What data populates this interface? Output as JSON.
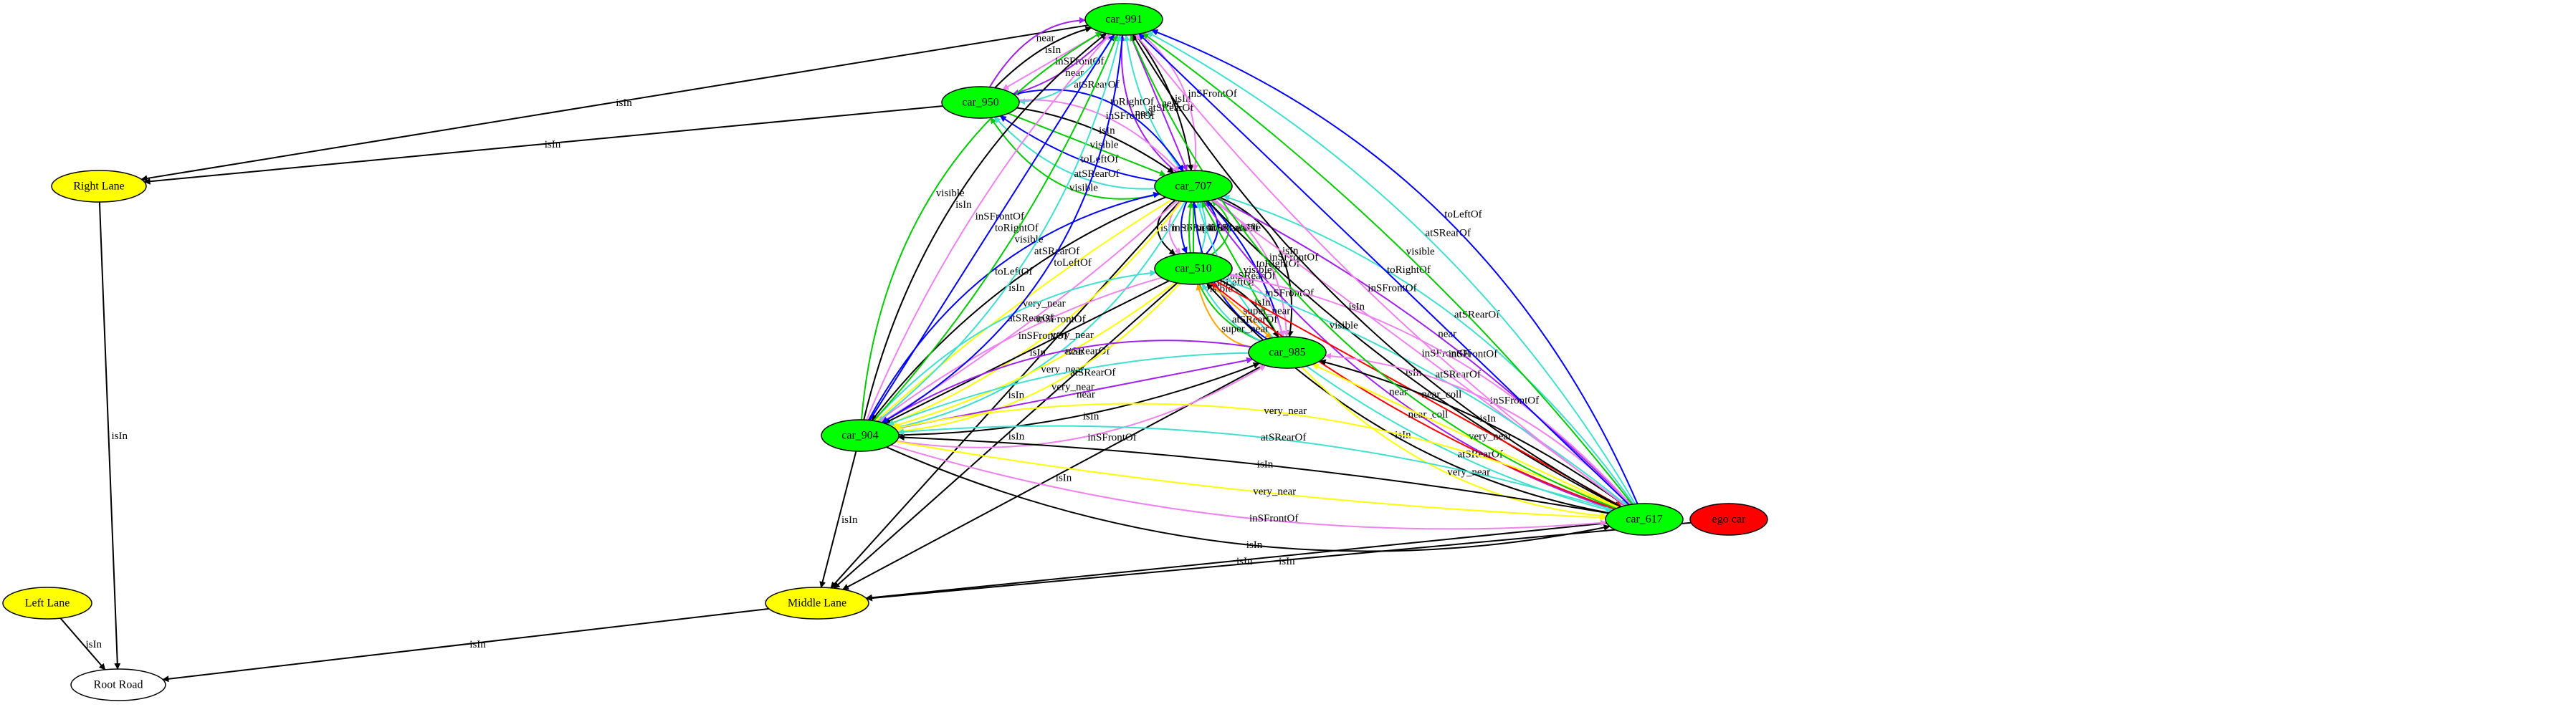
{
  "colors": {
    "car": "#00ff00",
    "lane": "#ffff00",
    "ego": "#ff0000",
    "road": "#ffffff",
    "isIn": "#000000",
    "near": "#a020f0",
    "inSFrontOf": "#ee82ee",
    "atSRearOf": "#40e0d0",
    "toRightOf": "#0000ff",
    "toLeftOf": "#0000ff",
    "visible": "#00cc00",
    "very_near": "#ffff00",
    "super_near": "#ffa500",
    "near_coll": "#ff0000"
  },
  "nodes": [
    {
      "id": "car_991",
      "label": "car_991",
      "kind": "car"
    },
    {
      "id": "car_950",
      "label": "car_950",
      "kind": "car"
    },
    {
      "id": "car_707",
      "label": "car_707",
      "kind": "car"
    },
    {
      "id": "car_510",
      "label": "car_510",
      "kind": "car"
    },
    {
      "id": "car_985",
      "label": "car_985",
      "kind": "car"
    },
    {
      "id": "car_904",
      "label": "car_904",
      "kind": "car"
    },
    {
      "id": "car_617",
      "label": "car_617",
      "kind": "car"
    },
    {
      "id": "ego_car",
      "label": "ego car",
      "kind": "ego"
    },
    {
      "id": "right_lane",
      "label": "Right Lane",
      "kind": "lane"
    },
    {
      "id": "middle_lane",
      "label": "Middle Lane",
      "kind": "lane"
    },
    {
      "id": "left_lane",
      "label": "Left Lane",
      "kind": "lane"
    },
    {
      "id": "root_road",
      "label": "Root Road",
      "kind": "road"
    }
  ],
  "edges": [
    {
      "from": "car_991",
      "to": "right_lane",
      "label": "isIn",
      "rel": "isIn"
    },
    {
      "from": "car_950",
      "to": "right_lane",
      "label": "isIn",
      "rel": "isIn"
    },
    {
      "from": "right_lane",
      "to": "root_road",
      "label": "isIn",
      "rel": "isIn"
    },
    {
      "from": "left_lane",
      "to": "root_road",
      "label": "isIn",
      "rel": "isIn"
    },
    {
      "from": "middle_lane",
      "to": "root_road",
      "label": "isIn",
      "rel": "isIn"
    },
    {
      "from": "car_707",
      "to": "middle_lane",
      "label": "isIn",
      "rel": "isIn"
    },
    {
      "from": "car_510",
      "to": "middle_lane",
      "label": "isIn",
      "rel": "isIn"
    },
    {
      "from": "car_985",
      "to": "middle_lane",
      "label": "isIn",
      "rel": "isIn"
    },
    {
      "from": "car_904",
      "to": "middle_lane",
      "label": "isIn",
      "rel": "isIn"
    },
    {
      "from": "car_617",
      "to": "middle_lane",
      "label": "isIn",
      "rel": "isIn"
    },
    {
      "from": "ego_car",
      "to": "middle_lane",
      "label": "isIn",
      "rel": "isIn"
    },
    {
      "from": "car_950",
      "to": "car_991",
      "label": "near",
      "rel": "near"
    },
    {
      "from": "car_950",
      "to": "car_991",
      "label": "isIn",
      "rel": "isIn"
    },
    {
      "from": "car_991",
      "to": "car_950",
      "label": "inSFrontOf",
      "rel": "inSFrontOf"
    },
    {
      "from": "car_991",
      "to": "car_950",
      "label": "near",
      "rel": "near"
    },
    {
      "from": "car_991",
      "to": "car_950",
      "label": "atSRearOf",
      "rel": "atSRearOf"
    },
    {
      "from": "car_707",
      "to": "car_991",
      "label": "near",
      "rel": "near"
    },
    {
      "from": "car_707",
      "to": "car_991",
      "label": "atSRearOf",
      "rel": "atSRearOf"
    },
    {
      "from": "car_991",
      "to": "car_707",
      "label": "near",
      "rel": "near"
    },
    {
      "from": "car_991",
      "to": "car_707",
      "label": "isIn",
      "rel": "isIn"
    },
    {
      "from": "car_991",
      "to": "car_707",
      "label": "inSFrontOf",
      "rel": "inSFrontOf"
    },
    {
      "from": "car_707",
      "to": "car_950",
      "label": "visible",
      "rel": "visible"
    },
    {
      "from": "car_707",
      "to": "car_950",
      "label": "atSRearOf",
      "rel": "atSRearOf"
    },
    {
      "from": "car_707",
      "to": "car_950",
      "label": "toLeftOf",
      "rel": "toLeftOf"
    },
    {
      "from": "car_950",
      "to": "car_707",
      "label": "visible",
      "rel": "visible"
    },
    {
      "from": "car_950",
      "to": "car_707",
      "label": "isIn",
      "rel": "isIn"
    },
    {
      "from": "car_950",
      "to": "car_707",
      "label": "inSFrontOf",
      "rel": "inSFrontOf"
    },
    {
      "from": "car_950",
      "to": "car_707",
      "label": "toRightOf",
      "rel": "toRightOf"
    },
    {
      "from": "car_707",
      "to": "car_510",
      "label": "isIn",
      "rel": "isIn"
    },
    {
      "from": "car_707",
      "to": "car_510",
      "label": "inSFrontOf",
      "rel": "inSFrontOf"
    },
    {
      "from": "car_707",
      "to": "car_510",
      "label": "toRightOf",
      "rel": "toRightOf"
    },
    {
      "from": "car_510",
      "to": "car_707",
      "label": "visible",
      "rel": "visible"
    },
    {
      "from": "car_510",
      "to": "car_707",
      "label": "atSRearOf",
      "rel": "atSRearOf"
    },
    {
      "from": "car_510",
      "to": "car_707",
      "label": "toLeftOf",
      "rel": "toLeftOf"
    },
    {
      "from": "car_510",
      "to": "car_707",
      "label": "visible",
      "rel": "visible"
    },
    {
      "from": "car_707",
      "to": "car_985",
      "label": "isIn",
      "rel": "isIn"
    },
    {
      "from": "car_707",
      "to": "car_985",
      "label": "inSFrontOf",
      "rel": "inSFrontOf"
    },
    {
      "from": "car_707",
      "to": "car_985",
      "label": "toRightOf",
      "rel": "toRightOf"
    },
    {
      "from": "car_985",
      "to": "car_707",
      "label": "visible",
      "rel": "visible"
    },
    {
      "from": "car_985",
      "to": "car_707",
      "label": "atSRearOf",
      "rel": "atSRearOf"
    },
    {
      "from": "car_985",
      "to": "car_707",
      "label": "toLeftOf",
      "rel": "toLeftOf"
    },
    {
      "from": "car_985",
      "to": "car_707",
      "label": "visible",
      "rel": "visible"
    },
    {
      "from": "car_707",
      "to": "car_617",
      "label": "near",
      "rel": "near"
    },
    {
      "from": "car_707",
      "to": "car_617",
      "label": "isIn",
      "rel": "isIn"
    },
    {
      "from": "car_707",
      "to": "car_617",
      "label": "inSFrontOf",
      "rel": "inSFrontOf"
    },
    {
      "from": "car_707",
      "to": "car_617",
      "label": "near",
      "rel": "near"
    },
    {
      "from": "car_617",
      "to": "car_707",
      "label": "atSRearOf",
      "rel": "atSRearOf"
    },
    {
      "from": "car_707",
      "to": "car_904",
      "label": "atSRearOf",
      "rel": "atSRearOf"
    },
    {
      "from": "car_707",
      "to": "car_904",
      "label": "very_near",
      "rel": "very_near"
    },
    {
      "from": "car_707",
      "to": "car_904",
      "label": "inSFrontOf",
      "rel": "inSFrontOf"
    },
    {
      "from": "car_707",
      "to": "car_904",
      "label": "very_near",
      "rel": "very_near"
    },
    {
      "from": "car_707",
      "to": "car_904",
      "label": "isIn",
      "rel": "isIn"
    },
    {
      "from": "car_904",
      "to": "car_707",
      "label": "toLeftOf",
      "rel": "toLeftOf"
    },
    {
      "from": "car_510",
      "to": "car_985",
      "label": "inSFrontOf",
      "rel": "inSFrontOf"
    },
    {
      "from": "car_510",
      "to": "car_985",
      "label": "isIn",
      "rel": "isIn"
    },
    {
      "from": "car_510",
      "to": "car_985",
      "label": "super_near",
      "rel": "super_near"
    },
    {
      "from": "car_985",
      "to": "car_510",
      "label": "atSRearOf",
      "rel": "atSRearOf"
    },
    {
      "from": "car_985",
      "to": "car_510",
      "label": "super_near",
      "rel": "super_near"
    },
    {
      "from": "car_510",
      "to": "car_904",
      "label": "very_near",
      "rel": "very_near"
    },
    {
      "from": "car_510",
      "to": "car_904",
      "label": "very_near",
      "rel": "very_near"
    },
    {
      "from": "car_510",
      "to": "car_904",
      "label": "isIn",
      "rel": "isIn"
    },
    {
      "from": "car_510",
      "to": "car_904",
      "label": "inSFrontOf",
      "rel": "inSFrontOf"
    },
    {
      "from": "car_904",
      "to": "car_510",
      "label": "atSRearOf",
      "rel": "atSRearOf"
    },
    {
      "from": "car_510",
      "to": "car_617",
      "label": "inSFrontOf",
      "rel": "inSFrontOf"
    },
    {
      "from": "car_510",
      "to": "car_617",
      "label": "atSRearOf",
      "rel": "atSRearOf"
    },
    {
      "from": "car_510",
      "to": "car_617",
      "label": "near_coll",
      "rel": "near_coll"
    },
    {
      "from": "car_617",
      "to": "car_510",
      "label": "near_coll",
      "rel": "near_coll"
    },
    {
      "from": "car_617",
      "to": "car_510",
      "label": "isIn",
      "rel": "isIn"
    },
    {
      "from": "car_985",
      "to": "car_904",
      "label": "near",
      "rel": "near"
    },
    {
      "from": "car_985",
      "to": "car_904",
      "label": "atSRearOf",
      "rel": "atSRearOf"
    },
    {
      "from": "car_904",
      "to": "car_985",
      "label": "near",
      "rel": "near"
    },
    {
      "from": "car_904",
      "to": "car_985",
      "label": "isIn",
      "rel": "isIn"
    },
    {
      "from": "car_904",
      "to": "car_985",
      "label": "inSFrontOf",
      "rel": "inSFrontOf"
    },
    {
      "from": "car_985",
      "to": "car_617",
      "label": "very_near",
      "rel": "very_near"
    },
    {
      "from": "car_985",
      "to": "car_617",
      "label": "atSRearOf",
      "rel": "atSRearOf"
    },
    {
      "from": "car_617",
      "to": "car_985",
      "label": "very_near",
      "rel": "very_near"
    },
    {
      "from": "car_617",
      "to": "car_985",
      "label": "isIn",
      "rel": "isIn"
    },
    {
      "from": "car_617",
      "to": "car_985",
      "label": "inSFrontOf",
      "rel": "inSFrontOf"
    },
    {
      "from": "car_904",
      "to": "car_617",
      "label": "isIn",
      "rel": "isIn"
    },
    {
      "from": "car_904",
      "to": "car_617",
      "label": "inSFrontOf",
      "rel": "inSFrontOf"
    },
    {
      "from": "car_904",
      "to": "car_617",
      "label": "very_near",
      "rel": "very_near"
    },
    {
      "from": "car_617",
      "to": "car_904",
      "label": "isIn",
      "rel": "isIn"
    },
    {
      "from": "car_617",
      "to": "car_904",
      "label": "atSRearOf",
      "rel": "atSRearOf"
    },
    {
      "from": "car_617",
      "to": "car_904",
      "label": "very_near",
      "rel": "very_near"
    },
    {
      "from": "car_904",
      "to": "car_991",
      "label": "visible",
      "rel": "visible"
    },
    {
      "from": "car_904",
      "to": "car_991",
      "label": "isIn",
      "rel": "isIn"
    },
    {
      "from": "car_904",
      "to": "car_991",
      "label": "inSFrontOf",
      "rel": "inSFrontOf"
    },
    {
      "from": "car_904",
      "to": "car_991",
      "label": "toRightOf",
      "rel": "toRightOf"
    },
    {
      "from": "car_904",
      "to": "car_991",
      "label": "visible",
      "rel": "visible"
    },
    {
      "from": "car_904",
      "to": "car_991",
      "label": "atSRearOf",
      "rel": "atSRearOf"
    },
    {
      "from": "car_991",
      "to": "car_904",
      "label": "toLeftOf",
      "rel": "toLeftOf"
    },
    {
      "from": "car_617",
      "to": "car_991",
      "label": "visible",
      "rel": "visible"
    },
    {
      "from": "car_617",
      "to": "car_991",
      "label": "isIn",
      "rel": "isIn"
    },
    {
      "from": "car_617",
      "to": "car_991",
      "label": "inSFrontOf",
      "rel": "inSFrontOf"
    },
    {
      "from": "car_617",
      "to": "car_991",
      "label": "toRightOf",
      "rel": "toRightOf"
    },
    {
      "from": "car_617",
      "to": "car_991",
      "label": "visible",
      "rel": "visible"
    },
    {
      "from": "car_617",
      "to": "car_991",
      "label": "atSRearOf",
      "rel": "atSRearOf"
    },
    {
      "from": "car_617",
      "to": "car_991",
      "label": "toLeftOf",
      "rel": "toLeftOf"
    }
  ]
}
